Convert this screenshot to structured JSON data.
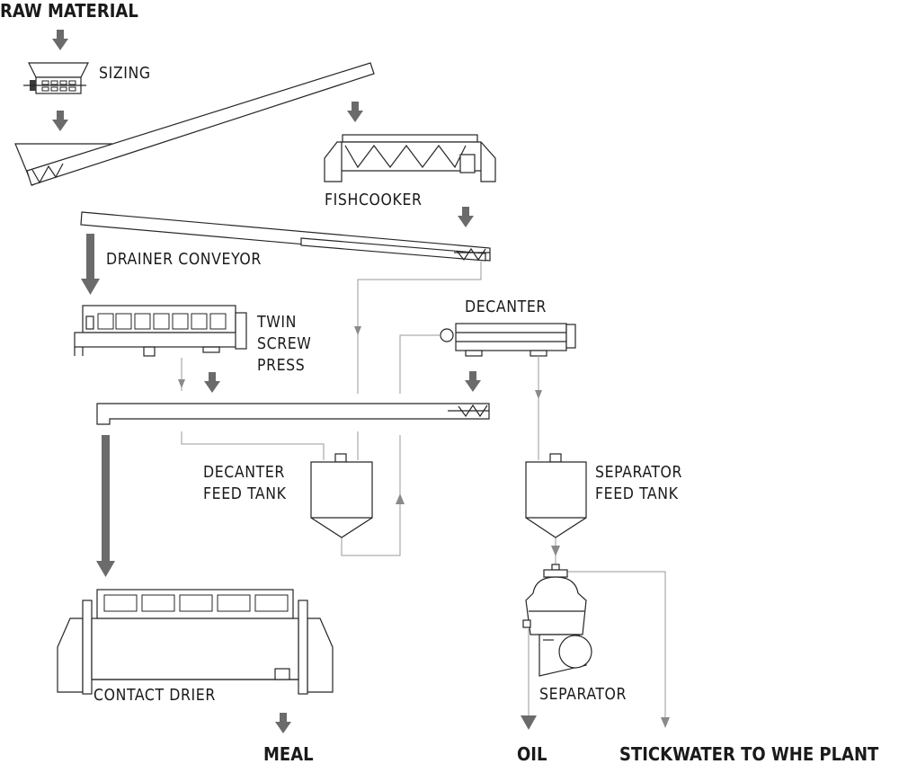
{
  "labels": {
    "raw_material": "RAW MATERIAL",
    "sizing": "SIZING",
    "fishcooker": "FISHCOOKER",
    "drainer_conveyor": "DRAINER CONVEYOR",
    "twin_line1": "TWIN",
    "twin_line2": "SCREW",
    "twin_line3": "PRESS",
    "decanter": "DECANTER",
    "decanter_feed_tank_line1": "DECANTER",
    "decanter_feed_tank_line2": "FEED TANK",
    "separator_feed_tank_line1": "SEPARATOR",
    "separator_feed_tank_line2": "FEED TANK",
    "separator": "SEPARATOR",
    "contact_drier": "CONTACT DRIER",
    "meal": "MEAL",
    "oil": "OIL",
    "stickwater": "STICKWATER TO WHE PLANT"
  }
}
